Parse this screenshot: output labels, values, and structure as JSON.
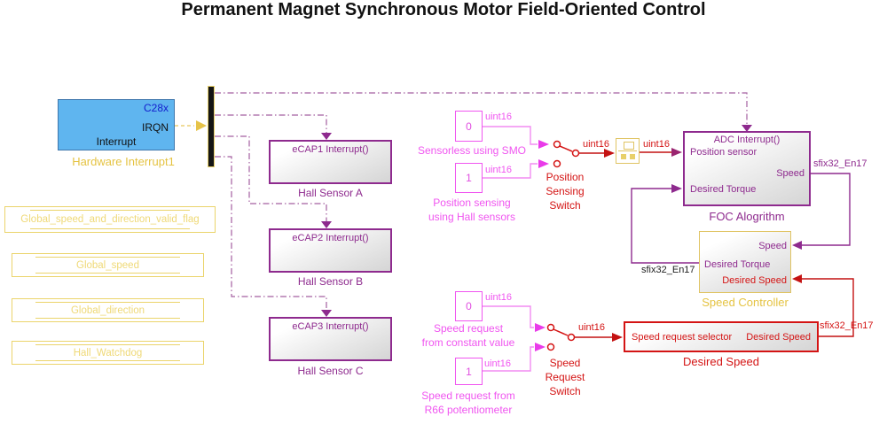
{
  "title": "Permanent Magnet Synchronous Motor Field-Oriented Control",
  "hardware_interrupt": {
    "chip": "C28x",
    "port": "IRQN",
    "text": "Interrupt",
    "label": "Hardware Interrupt1"
  },
  "hall_sensors": [
    {
      "port": "eCAP1 Interrupt()",
      "label": "Hall Sensor A"
    },
    {
      "port": "eCAP2 Interrupt()",
      "label": "Hall Sensor B"
    },
    {
      "port": "eCAP3 Interrupt()",
      "label": "Hall Sensor C"
    }
  ],
  "data_stores": [
    {
      "name": "Global_speed_and_direction_valid_flag"
    },
    {
      "name": "Global_speed"
    },
    {
      "name": "Global_direction"
    },
    {
      "name": "Hall_Watchdog"
    }
  ],
  "position_source": {
    "const0": {
      "value": "0",
      "dtype": "uint16",
      "label": "Sensorless using SMO"
    },
    "const1": {
      "value": "1",
      "dtype": "uint16",
      "label": "Position sensing\nusing Hall sensors"
    },
    "switch_label": "Position\nSensing\nSwitch",
    "out_dtype": "uint16"
  },
  "speed_source": {
    "const0": {
      "value": "0",
      "dtype": "uint16",
      "label": "Speed request\nfrom constant value"
    },
    "const1": {
      "value": "1",
      "dtype": "uint16",
      "label": "Speed request from\nR66 potentiometer"
    },
    "switch_label": "Speed\nRequest\nSwitch",
    "out_dtype": "uint16"
  },
  "foc": {
    "trigger_port": "ADC Interrupt()",
    "in_position": "Position sensor",
    "in_torque": "Desired Torque",
    "out_speed": "Speed",
    "label": "FOC Alogrithm",
    "in_dtype": "uint16",
    "out_dtype": "sfix32_En17"
  },
  "speed_controller": {
    "in_speed": "Speed",
    "out_torque": "Desired Torque",
    "in_desired_speed": "Desired Speed",
    "label": "Speed Controller",
    "out_dtype": "sfix32_En17"
  },
  "desired_speed_block": {
    "in": "Speed request selector",
    "out": "Desired Speed",
    "label": "Desired Speed",
    "out_dtype": "sfix32_En17"
  }
}
